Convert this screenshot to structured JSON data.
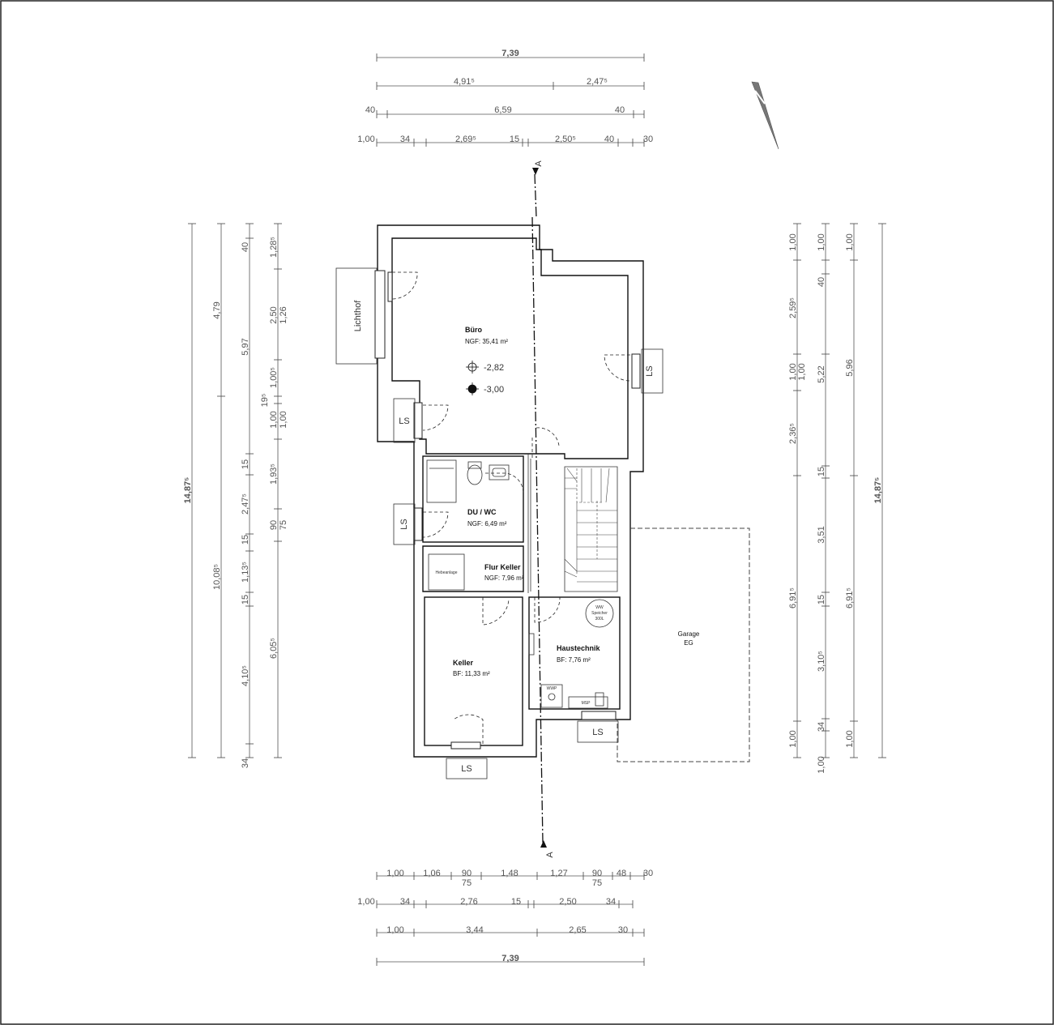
{
  "rooms": {
    "buero": {
      "name": "Büro",
      "area": "NGF: 35,41 m²"
    },
    "duwc": {
      "name": "DU / WC",
      "area": "NGF: 6,49 m²"
    },
    "flur": {
      "name": "Flur Keller",
      "area": "NGF: 7,96 m²"
    },
    "keller": {
      "name": "Keller",
      "area": "BF: 11,33 m²"
    },
    "haustechnik": {
      "name": "Haustechnik",
      "area": "BF:   7,76 m²"
    },
    "garage": {
      "line1": "Garage",
      "line2": "EG"
    }
  },
  "labels": {
    "lichthof": "Lichthof",
    "ls": "LS",
    "hebeanlage": "Hebeanlage",
    "ww_speicher": [
      "WW",
      "Speicher",
      "300L"
    ],
    "wwp": "WWP",
    "msp": "MSP",
    "section": "A"
  },
  "levels": {
    "top": "-2,82",
    "bottom": "-3,00"
  },
  "dims": {
    "top_total": "7,39",
    "top_r2": [
      "4,91⁵",
      "2,47⁵"
    ],
    "top_r3": [
      "40",
      "6,59",
      "40"
    ],
    "top_r4": [
      "1,00",
      "34",
      "2,69⁵",
      "15",
      "2,50⁵",
      "40",
      "30"
    ],
    "bot_r1a": [
      "1,00",
      "1,06",
      "90",
      "1,48",
      "1,27",
      "90",
      "48",
      "30"
    ],
    "bot_r1b": [
      "75",
      "75"
    ],
    "bot_r2": [
      "1,00",
      "34",
      "2,76",
      "15",
      "2,50",
      "34"
    ],
    "bot_r3": [
      "1,00",
      "3,44",
      "2,65",
      "30"
    ],
    "bot_total": "7,39",
    "left_total": "14,87⁵",
    "left_c2": [
      "4,79",
      "10,08⁵"
    ],
    "left_c3": [
      "40",
      "5,97",
      "15",
      "2,47⁵",
      "15",
      "1,13⁵",
      "15",
      "4,10⁵",
      "34"
    ],
    "left_c4": [
      "1,28⁵",
      "2,50",
      "1,26",
      "1,00⁵",
      "19⁵",
      "1,00",
      "1,00",
      "1,93⁵",
      "90",
      "75",
      "6,05⁵"
    ],
    "right_c1": [
      "1,00",
      "2,59⁵",
      "1,00",
      "2,36⁵",
      "6,91⁵",
      "1,00"
    ],
    "right_c2": [
      "1,00",
      "40",
      "1,00",
      "5,22",
      "15",
      "3,51",
      "15",
      "3,10⁵",
      "34",
      "1,00"
    ],
    "right_c3": [
      "1,00",
      "5,96",
      "6,91⁵",
      "1,00"
    ],
    "right_total": "14,87⁵"
  }
}
